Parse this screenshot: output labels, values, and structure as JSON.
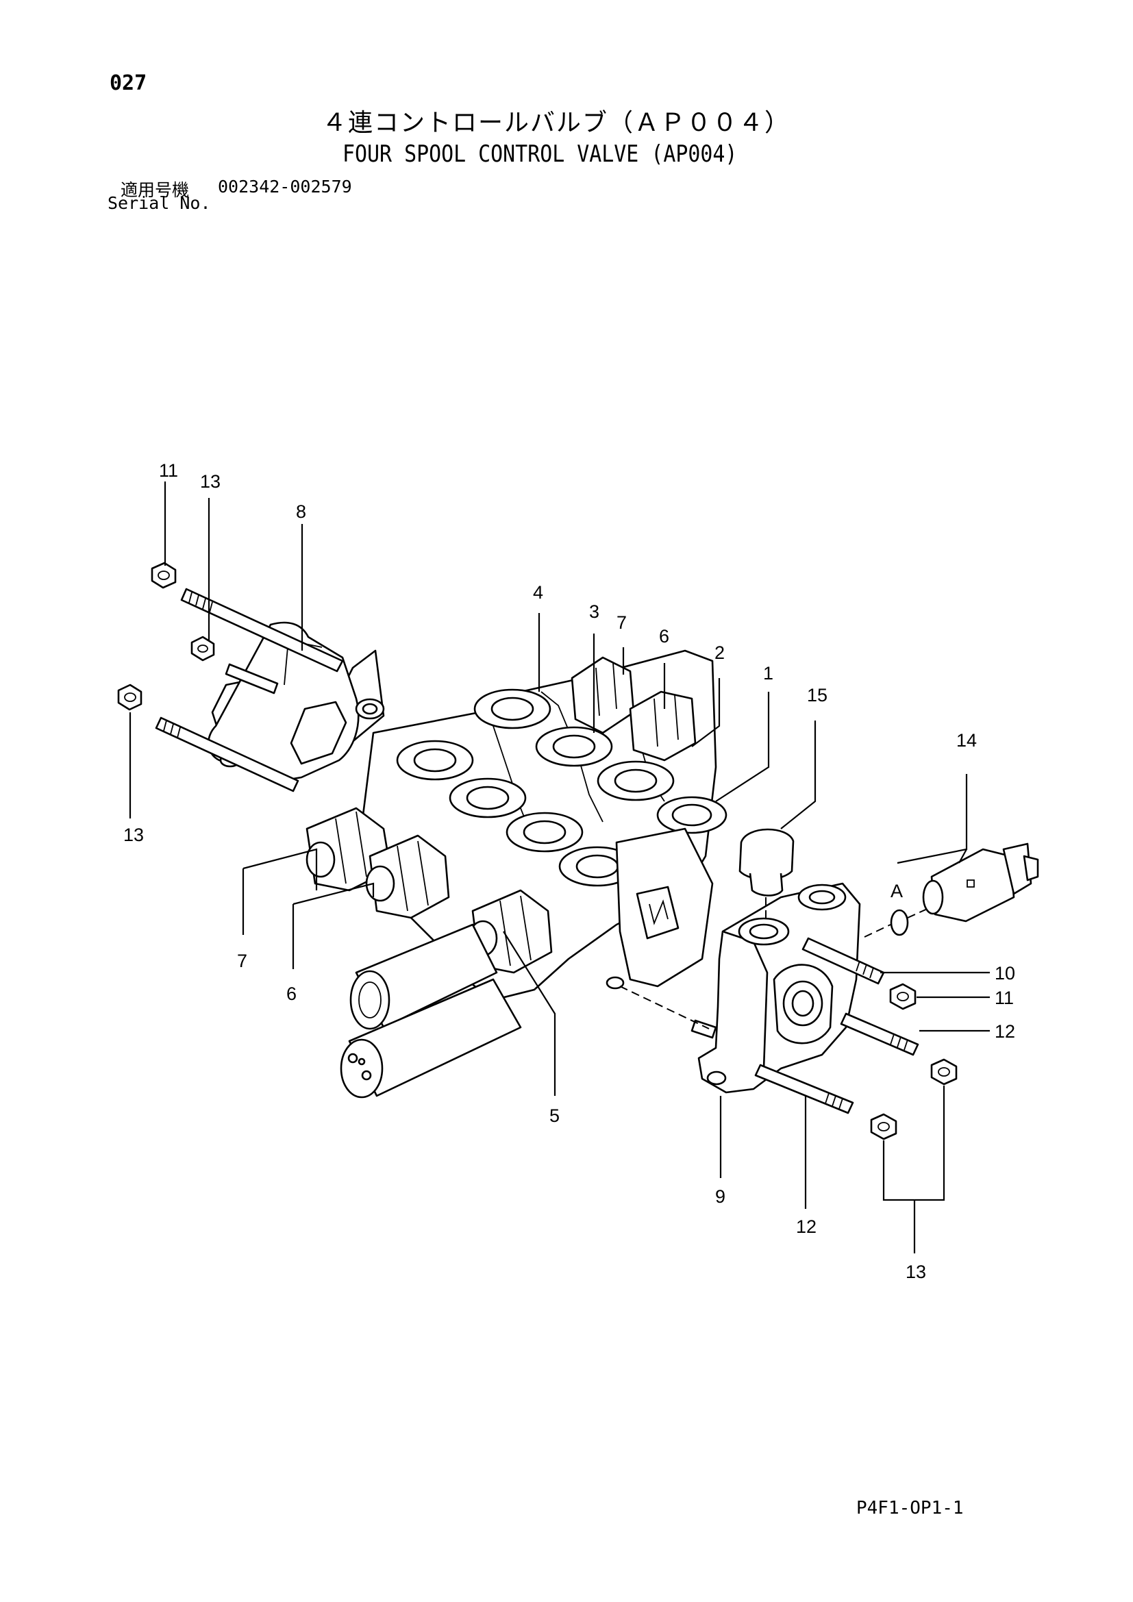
{
  "header": {
    "page_number": "027",
    "title_jp": "４連コントロールバルブ（ＡＰ００４）",
    "title_en": "FOUR SPOOL CONTROL VALVE (AP004)",
    "serial_label_jp": "適用号機",
    "serial_range": "002342-002579",
    "serial_label_en": "Serial No."
  },
  "callouts": {
    "c11_top": "11",
    "c13_top": "13",
    "c8": "8",
    "c13_left": "13",
    "c4": "4",
    "c3": "3",
    "c7_top": "7",
    "c6_top": "6",
    "c2": "2",
    "c1": "1",
    "c15": "15",
    "c14": "14",
    "cA": "A",
    "c7_bottom": "7",
    "c6_bottom": "6",
    "c5": "5",
    "c10": "10",
    "c11_right": "11",
    "c12_right": "12",
    "c9": "9",
    "c12_bottom": "12",
    "c13_bottom": "13"
  },
  "footer": {
    "doc_code": "P4F1-OP1-1"
  }
}
